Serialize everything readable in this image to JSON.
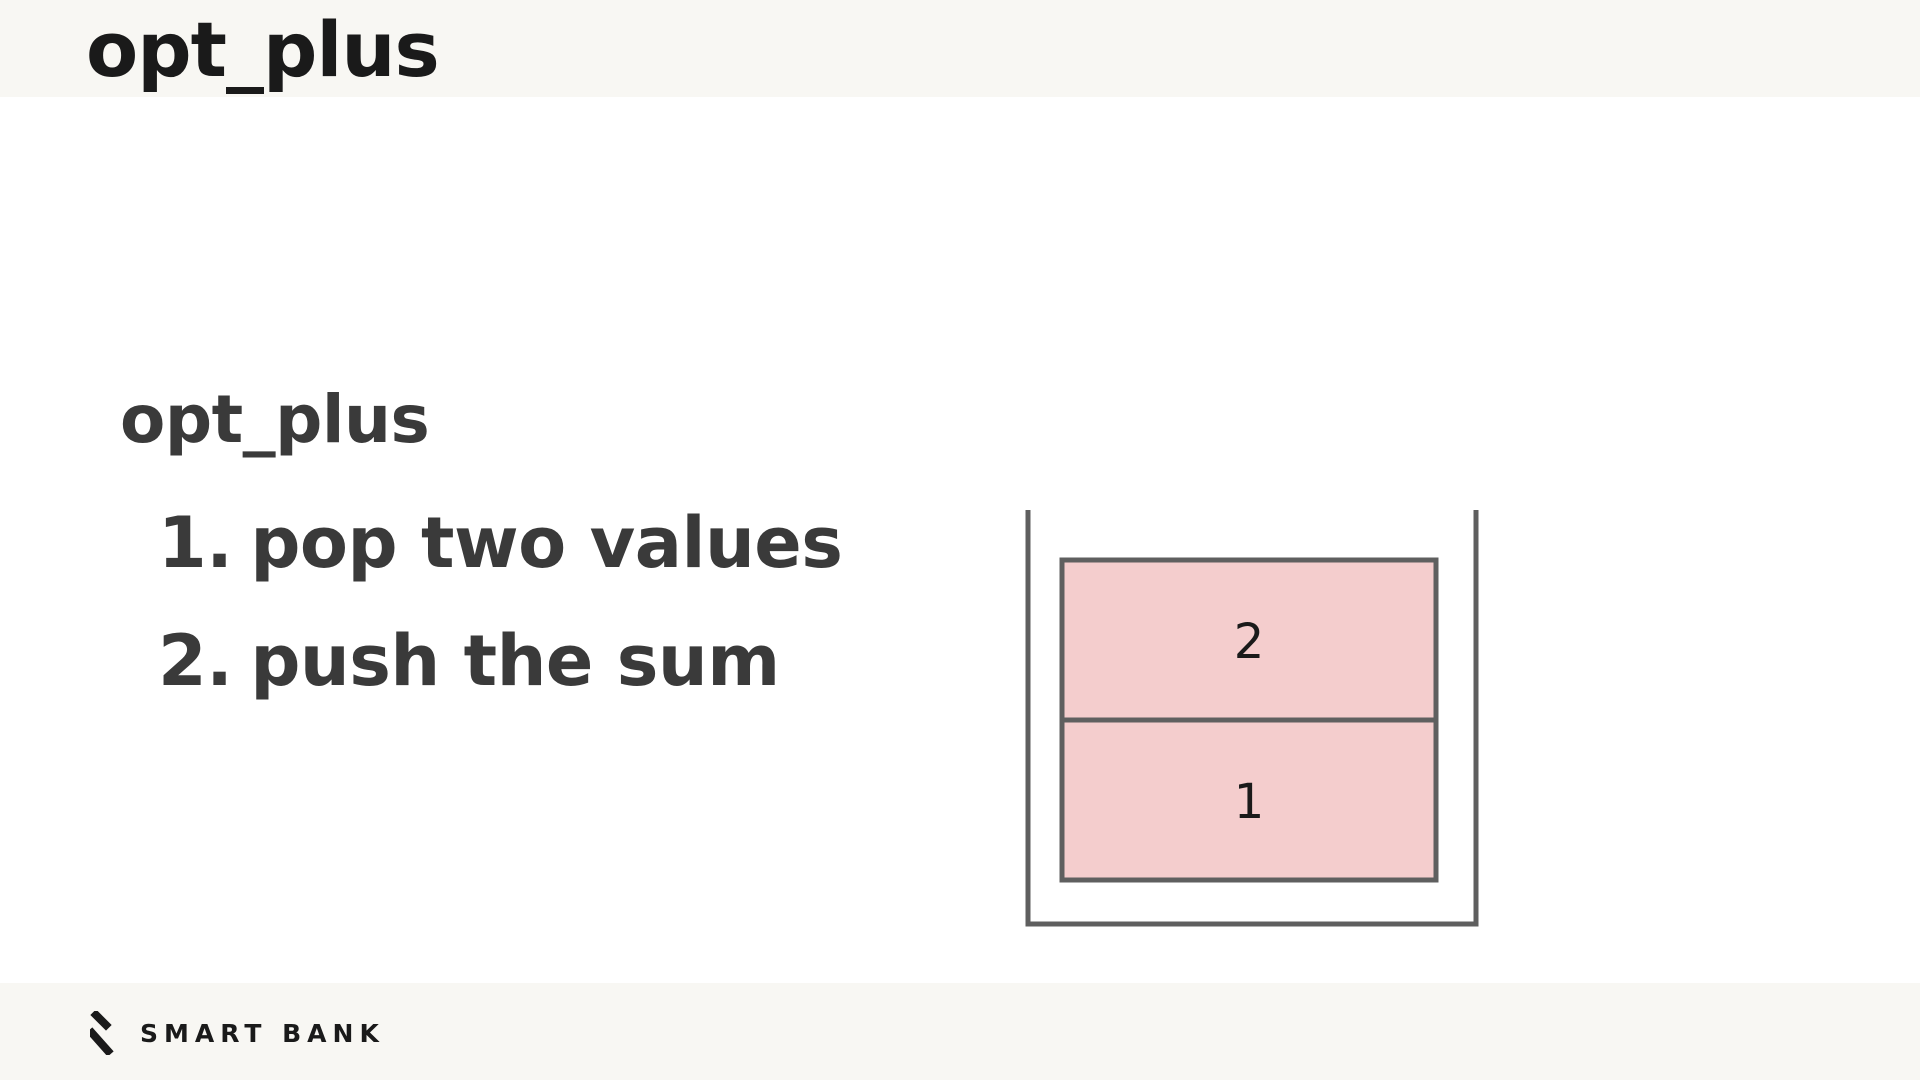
{
  "header": {
    "title": "opt_plus"
  },
  "content": {
    "heading": "opt_plus",
    "steps": [
      {
        "number": "1.",
        "text": "pop two values"
      },
      {
        "number": "2.",
        "text": "push the sum"
      }
    ]
  },
  "stack": {
    "items_top_to_bottom": [
      "2",
      "1"
    ],
    "cell_fill": "#f4cdcd",
    "stroke": "#5f5f5f"
  },
  "footer": {
    "logo_icon": "smartbank-slash-mark-icon",
    "logo_text": "SMART BANK"
  }
}
